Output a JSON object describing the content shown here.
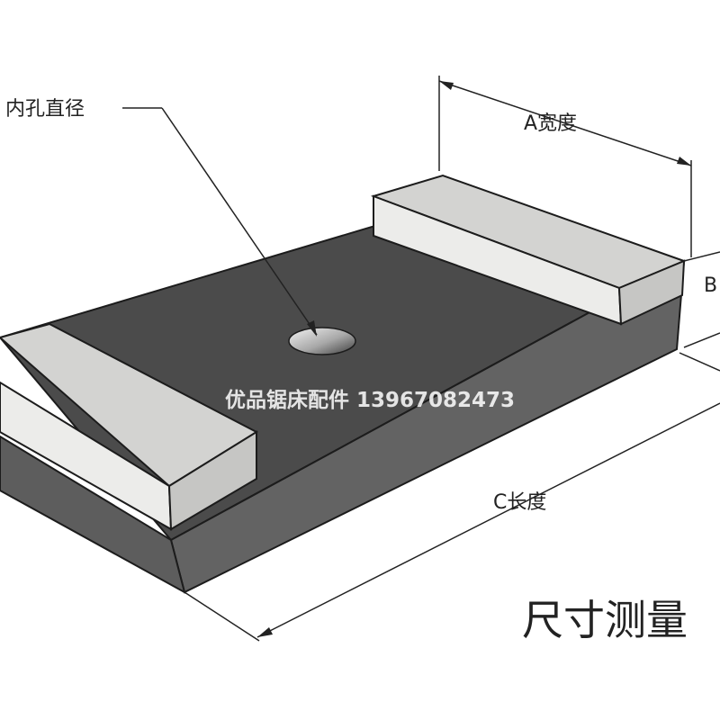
{
  "labels": {
    "hole": "内孔直径",
    "width": "A宽度",
    "height": "B",
    "length": "C长度",
    "watermark": "优品锯床配件  13967082473",
    "title": "尺寸测量"
  },
  "colors": {
    "base_top": "#4b4b4b",
    "base_front": "#5d5d5d",
    "base_right": "#636363",
    "block_top": "#d3d3d1",
    "block_front": "#ececea",
    "block_side": "#c6c6c4",
    "outline": "#1c1c1c"
  }
}
